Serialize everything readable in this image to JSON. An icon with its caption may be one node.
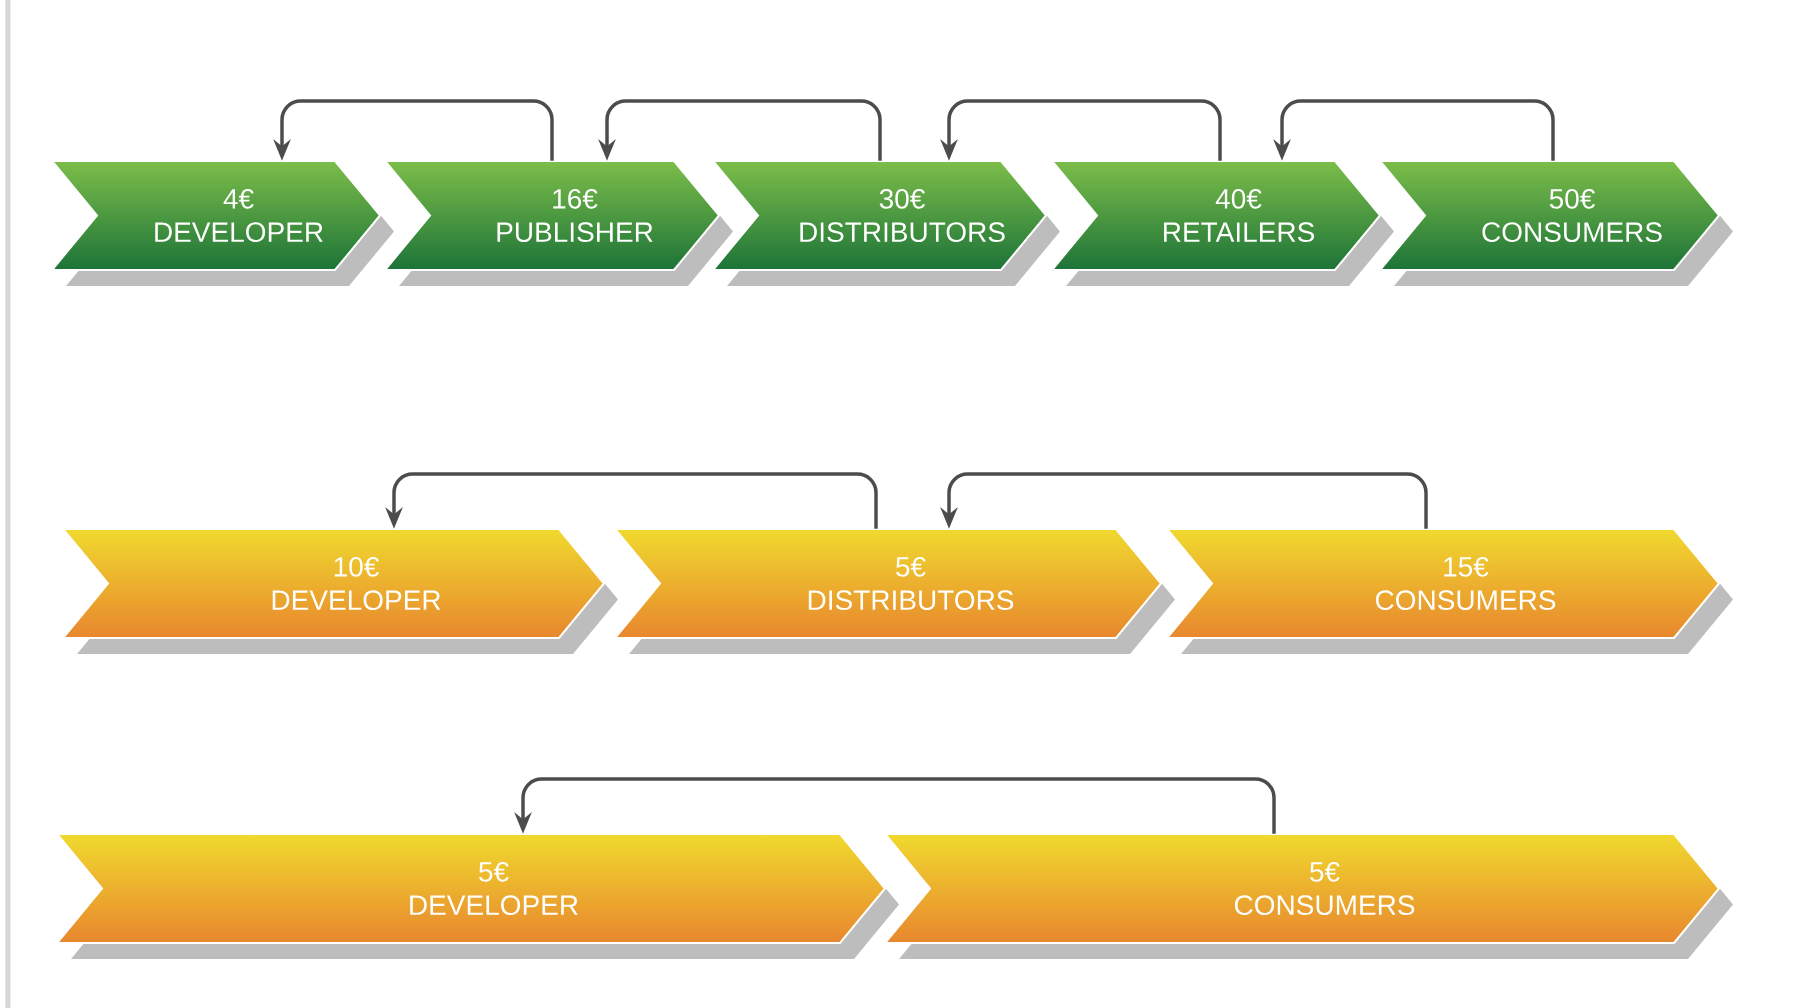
{
  "diagram": {
    "nodes": [
      {
        "text": [
          "4€",
          "DEVELOPER"
        ]
      },
      {
        "text": [
          "16€",
          "PUBLISHER"
        ]
      },
      {
        "text": [
          "30€",
          "DISTRIBUTORS"
        ]
      },
      {
        "text": [
          "40€",
          "RETAILERS"
        ]
      },
      {
        "text": [
          "50€",
          "CONSUMERS"
        ]
      },
      {
        "text": [
          "10€",
          "DEVELOPER"
        ]
      },
      {
        "text": [
          "5€",
          "DISTRIBUTORS"
        ]
      },
      {
        "text": [
          "15€",
          "CONSUMERS"
        ]
      },
      {
        "text": [
          "5€",
          "DEVELOPER"
        ]
      },
      {
        "text": [
          "5€",
          "CONSUMERS"
        ]
      }
    ],
    "edges": [
      {
        "from": 1,
        "to": 0,
        "arrow": "to"
      },
      {
        "from": 2,
        "to": 1,
        "arrow": "to"
      },
      {
        "from": 3,
        "to": 2,
        "arrow": "to"
      },
      {
        "from": 4,
        "to": 3,
        "arrow": "to"
      },
      {
        "from": 6,
        "to": 5,
        "arrow": "to"
      },
      {
        "from": 7,
        "to": 6,
        "arrow": "to"
      },
      {
        "from": 9,
        "to": 8,
        "arrow": "to"
      }
    ]
  }
}
